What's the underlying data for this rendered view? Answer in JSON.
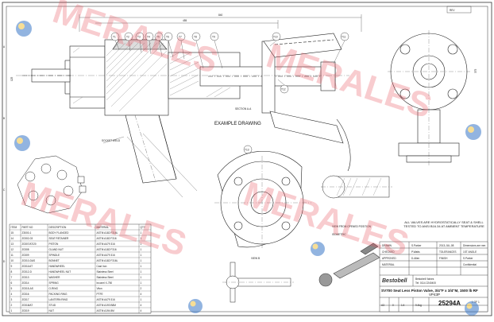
{
  "sheet": {
    "rev_box": "REV",
    "drawing_number": "25294A",
    "title_line": "SV700 Seat Less Piston Valve, 3/4\"F x 3/4\"M, 1500 lb RF",
    "part_code": "VP43P",
    "company": "Bestobell",
    "company_sub": "Bestobell Valves",
    "company_address": "Tel: 0114 2240400",
    "date": "2013-JUL-08",
    "sheet_no": "1 OF 1",
    "scale": "1:4",
    "size": "A3",
    "weight": "9.4kg",
    "revision": "0",
    "dimensions_label": "Dimensions are mm",
    "first_angle_label": "1ST ANGLE",
    "second_flange_note": "ISOMETRIC",
    "signature": "S.Parker",
    "stamp": "Confidential",
    "grid_letters_left": [
      "A",
      "B",
      "C",
      "D"
    ]
  },
  "notes": {
    "example_drawing": "EXAMPLE DRAWING",
    "section_label": "SECTION A-A",
    "view_open": "VIEW FROM OPENED POSITION",
    "hydro_note": "ALL VALVES ARE HYDROSTATICALLY SEAT & SHELL TESTED TO ANSI B16.34 AT AMBIENT TEMPERATURE",
    "detail_label": "VIEW B",
    "weld_note": "SOCKET WELD",
    "dim_top": "840",
    "dim_left": "125",
    "dim_width": "455",
    "dim_vert": "375"
  },
  "balloons": [
    "T1",
    "T2",
    "T3",
    "T4",
    "T5",
    "T6",
    "T7",
    "T8",
    "T9",
    "T10",
    "T11",
    "T12",
    "T13"
  ],
  "parts_table": {
    "headers": [
      "ITEM",
      "PART NO",
      "DESCRIPTION",
      "MATERIAL",
      "QTY"
    ],
    "rows": [
      [
        "15",
        "Z3000-1",
        "BODY FLANGED",
        "ASTM A182 F316L",
        "1"
      ],
      [
        "14",
        "Z0302-03",
        "SEAT RETAINER",
        "ASTM A182 F316",
        "1"
      ],
      [
        "13",
        "Z0307/AT/20",
        "PISTON",
        "ASTM A479 316",
        "1"
      ],
      [
        "12",
        "Z0308",
        "GLAND NUT",
        "ASTM A182 F316",
        "1"
      ],
      [
        "11",
        "Z0309",
        "SPINDLE",
        "ASTM A479 316",
        "1"
      ],
      [
        "10",
        "Z0310-DAS",
        "BONNET",
        "ASTM A182 F316L",
        "1"
      ],
      [
        "9",
        "Z0311/AT",
        "HANDWHEEL",
        "Cast Iron",
        "1"
      ],
      [
        "8",
        "Z0312-D",
        "HANDWHEEL NUT",
        "Stainless Steel",
        "1"
      ],
      [
        "7",
        "Z0313",
        "WASHER",
        "Stainless Steel",
        "1"
      ],
      [
        "6",
        "Z0314",
        "SPRING",
        "Inconel X-750",
        "1"
      ],
      [
        "5",
        "Z0315-AS",
        "O-RING",
        "Viton",
        "2"
      ],
      [
        "4",
        "Z0316",
        "PACKING RING",
        "PTFE",
        "4"
      ],
      [
        "3",
        "Z0317",
        "LANTERN RING",
        "ASTM A479 316",
        "1"
      ],
      [
        "2",
        "Z0318/AT",
        "STUD",
        "ASTM A193 B8M",
        "4"
      ],
      [
        "1",
        "Z0319",
        "NUT",
        "ASTM A194 8M",
        "4"
      ]
    ]
  },
  "title_block": {
    "drawn_label": "DRAWN",
    "checked_label": "CHECKED",
    "approved_label": "APPROVED",
    "tolerance_label": "TOLERANCES",
    "finish_label": "FINISH",
    "material_label": "MATERIAL",
    "drawn_by": "S.Parker",
    "checked_by": "P.Watts",
    "approved_by": "D.Allen"
  },
  "watermark": {
    "text": "MERALES",
    "color": "#e94b57"
  },
  "colors": {
    "line": "#222222",
    "hatch": "#555555",
    "accent_red": "#e94b57"
  }
}
